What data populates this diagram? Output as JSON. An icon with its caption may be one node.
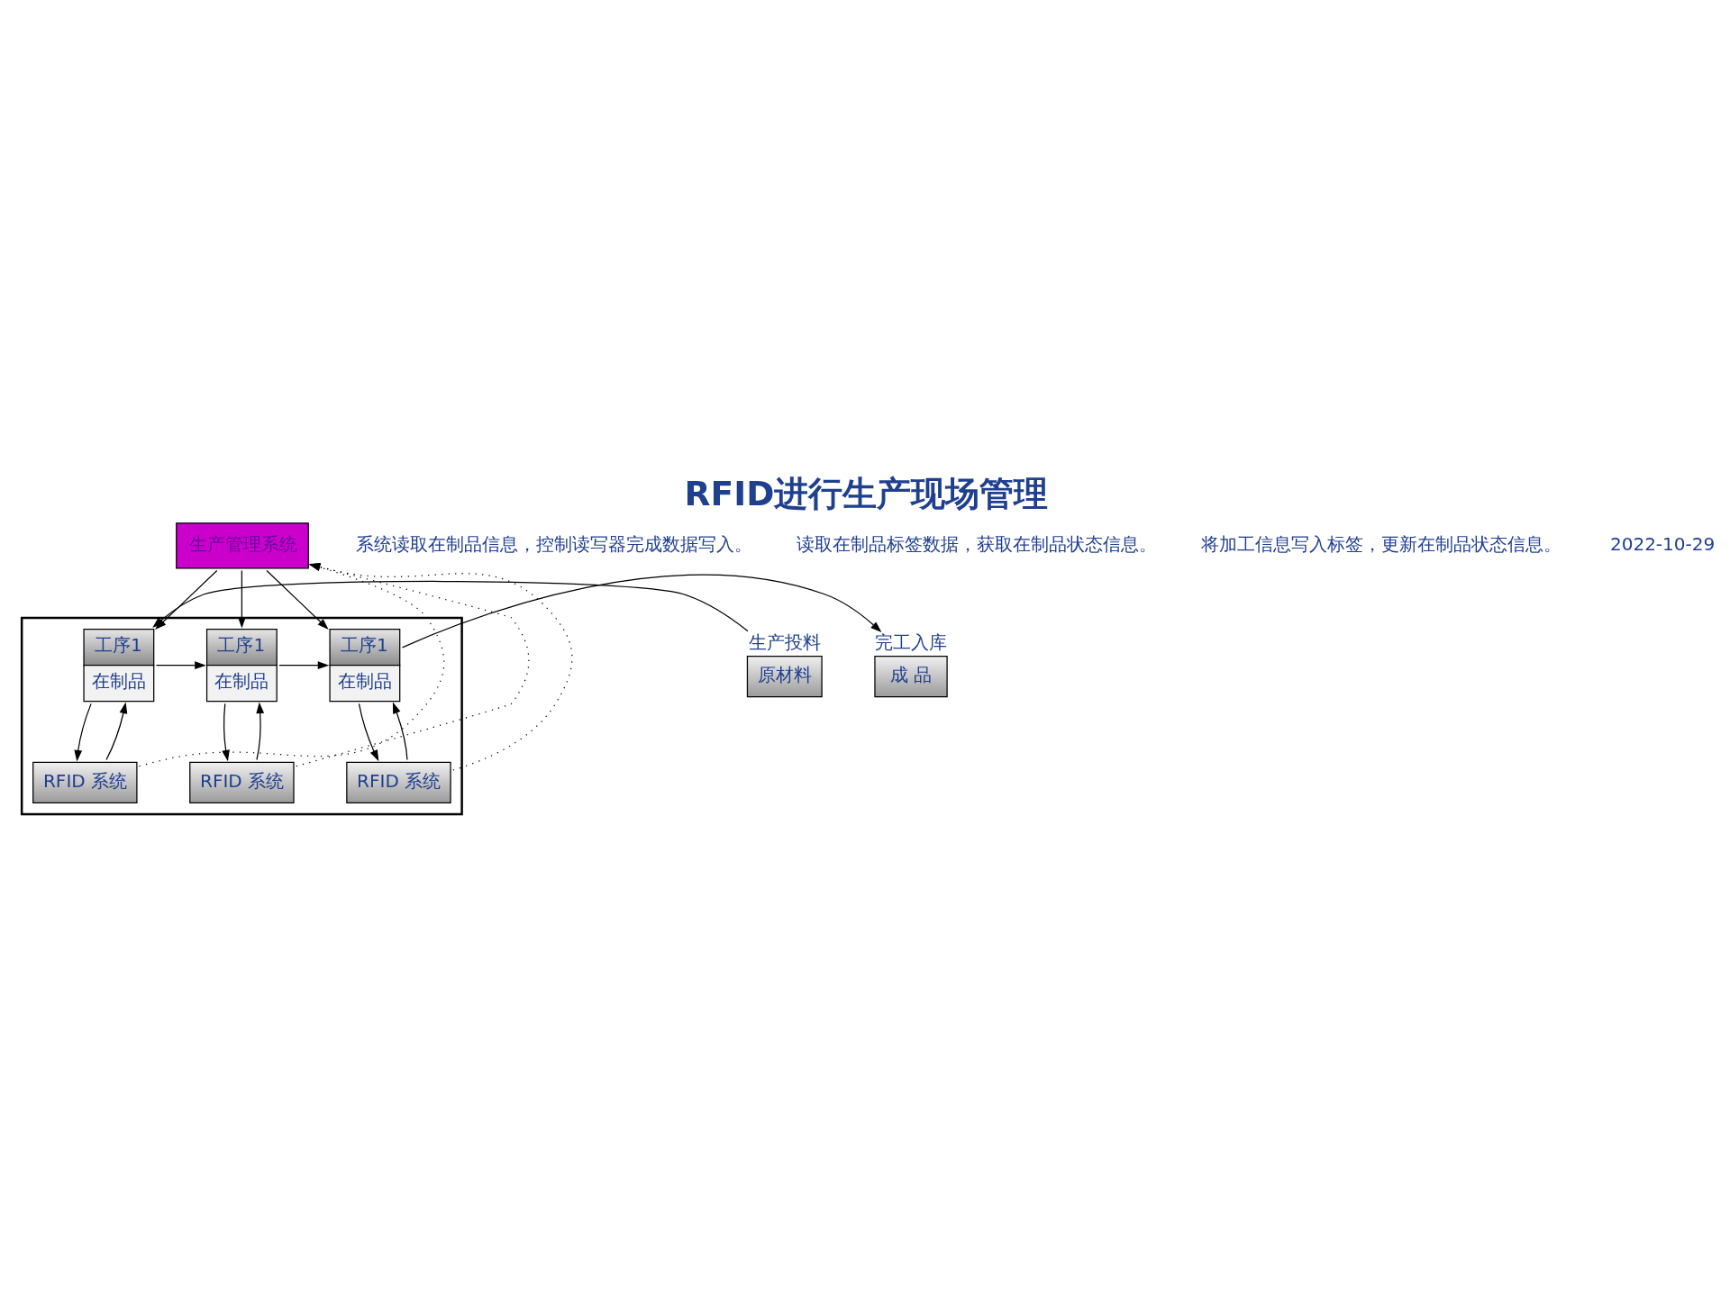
{
  "diagram": {
    "title": "RFID进行生产现场管理",
    "nodes": [
      {
        "text": [
          "生产管理系统"
        ]
      },
      {
        "text": [],
        "shape": "box"
      },
      {
        "text": [
          "原材料"
        ],
        "beside": [
          "生产投料"
        ]
      },
      {
        "text": [
          "工序1",
          "在制品"
        ],
        "in": 1
      },
      {
        "text": [
          "工序1",
          "在制品"
        ],
        "in": 1
      },
      {
        "text": [
          "工序1",
          "在制品"
        ],
        "in": 1
      },
      {
        "text": [
          "RFID 系统"
        ],
        "in": 1
      },
      {
        "text": [
          "RFID 系统"
        ],
        "in": 1
      },
      {
        "text": [
          "RFID 系统"
        ],
        "in": 1
      },
      {
        "text": [
          "成 品"
        ],
        "beside": [
          "完工入库"
        ]
      }
    ],
    "edges": [
      {
        "from": 0,
        "to": 3,
        "arrow": "to"
      },
      {
        "from": 0,
        "to": 4,
        "arrow": "to"
      },
      {
        "from": 0,
        "to": 5,
        "arrow": "to"
      },
      {
        "from": 2,
        "to": 3,
        "arrow": "to"
      },
      {
        "from": 3,
        "to": 4,
        "arrow": "to"
      },
      {
        "from": 4,
        "to": 5,
        "arrow": "to"
      },
      {
        "from": 5,
        "to": 9,
        "arrow": "to"
      },
      {
        "from": 3,
        "to": 6,
        "arrow": "to"
      },
      {
        "from": 6,
        "to": 3,
        "arrow": "to"
      },
      {
        "from": 4,
        "to": 7,
        "arrow": "to"
      },
      {
        "from": 7,
        "to": 4,
        "arrow": "to"
      },
      {
        "from": 5,
        "to": 8,
        "arrow": "to"
      },
      {
        "from": 8,
        "to": 5,
        "arrow": "to"
      },
      {
        "from": 6,
        "to": 0,
        "arrow": "to",
        "style": "dashed"
      },
      {
        "from": 7,
        "to": 0,
        "arrow": "to",
        "style": "dashed"
      },
      {
        "from": 8,
        "to": 0,
        "arrow": "to",
        "style": "dashed"
      }
    ],
    "labels": [
      "系统读取在制品信息，控制读写器完成数据写入。",
      "读取在制品标签数据，获取在制品状态信息。",
      "将加工信息写入标签，更新在制品状态信息。",
      "2022-10-29"
    ]
  }
}
